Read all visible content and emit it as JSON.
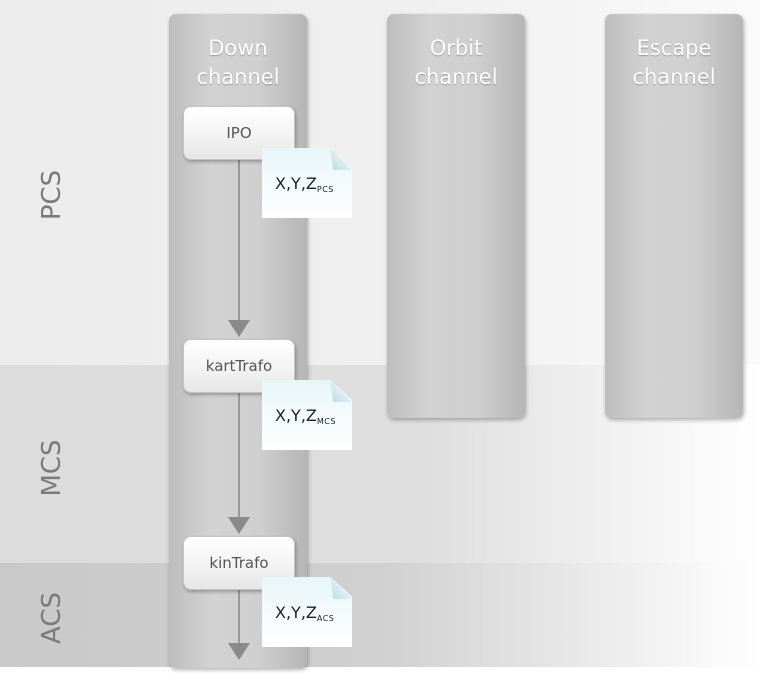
{
  "zones": [
    {
      "id": "pcs",
      "label": "PCS"
    },
    {
      "id": "mcs",
      "label": "MCS"
    },
    {
      "id": "acs",
      "label": "ACS"
    }
  ],
  "channels": [
    {
      "line1": "Down",
      "line2": "channel"
    },
    {
      "line1": "Orbit",
      "line2": "channel"
    },
    {
      "line1": "Escape",
      "line2": "channel"
    }
  ],
  "processes": [
    {
      "label": "IPO"
    },
    {
      "label": "kartTrafo"
    },
    {
      "label": "kinTrafo"
    }
  ],
  "notes": [
    {
      "text": "X,Y,Z",
      "sub": "PCS"
    },
    {
      "text": "X,Y,Z",
      "sub": "MCS"
    },
    {
      "text": "X,Y,Z",
      "sub": "ACS"
    }
  ],
  "colors": {
    "arrow": "#8a8a8a",
    "channel_title": "#ffffff",
    "zone_label": "#7a7a7a"
  }
}
